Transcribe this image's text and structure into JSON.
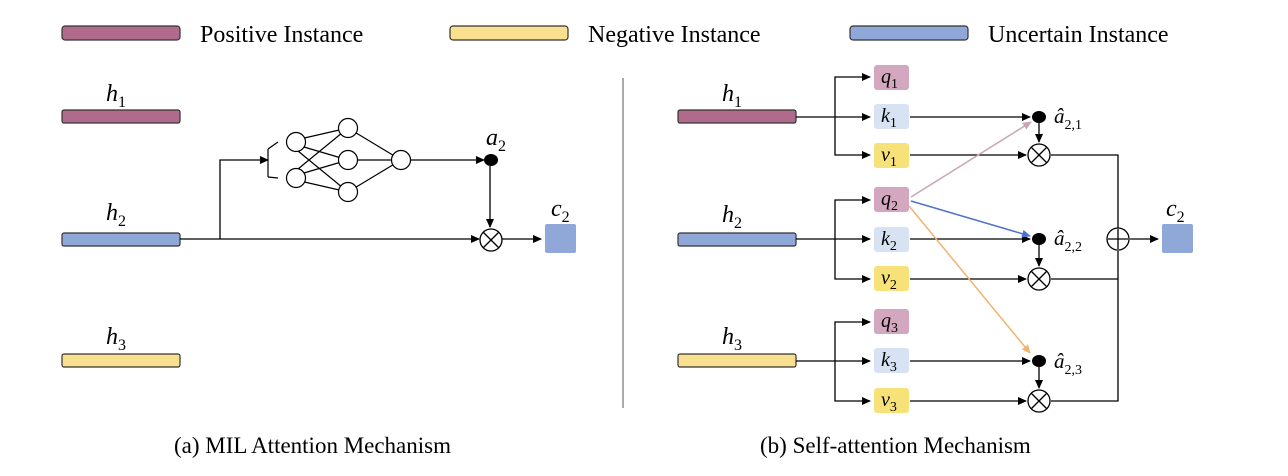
{
  "colors": {
    "positive": "#b06b8c",
    "negative": "#f9e08f",
    "uncertain": "#8fa8d8",
    "q_box": "#d3a7bf",
    "k_box": "#d7e3f2",
    "v_box": "#f7e27a",
    "output": "#8fa8d8",
    "arrow_q1": "#c9a3b6",
    "arrow_q2": "#4f73c9",
    "arrow_q3": "#f2b36e"
  },
  "legend": {
    "positive_label": "Positive Instance",
    "negative_label": "Negative Instance",
    "uncertain_label": "Uncertain Instance"
  },
  "panel_a": {
    "caption": "(a) MIL Attention Mechanism",
    "h1": {
      "base": "h",
      "sub": "1"
    },
    "h2": {
      "base": "h",
      "sub": "2"
    },
    "h3": {
      "base": "h",
      "sub": "3"
    },
    "attention": {
      "base": "a",
      "sub": "2"
    },
    "output": {
      "base": "c",
      "sub": "2"
    }
  },
  "panel_b": {
    "caption": "(b) Self-attention Mechanism",
    "h1": {
      "base": "h",
      "sub": "1"
    },
    "h2": {
      "base": "h",
      "sub": "2"
    },
    "h3": {
      "base": "h",
      "sub": "3"
    },
    "q1": {
      "base": "q",
      "sub": "1"
    },
    "k1": {
      "base": "k",
      "sub": "1"
    },
    "v1": {
      "base": "v",
      "sub": "1"
    },
    "q2": {
      "base": "q",
      "sub": "2"
    },
    "k2": {
      "base": "k",
      "sub": "2"
    },
    "v2": {
      "base": "v",
      "sub": "2"
    },
    "q3": {
      "base": "q",
      "sub": "3"
    },
    "k3": {
      "base": "k",
      "sub": "3"
    },
    "v3": {
      "base": "v",
      "sub": "3"
    },
    "a21": {
      "base": "â",
      "sub": "2,1"
    },
    "a22": {
      "base": "â",
      "sub": "2,2"
    },
    "a23": {
      "base": "â",
      "sub": "2,3"
    },
    "output": {
      "base": "c",
      "sub": "2"
    }
  }
}
